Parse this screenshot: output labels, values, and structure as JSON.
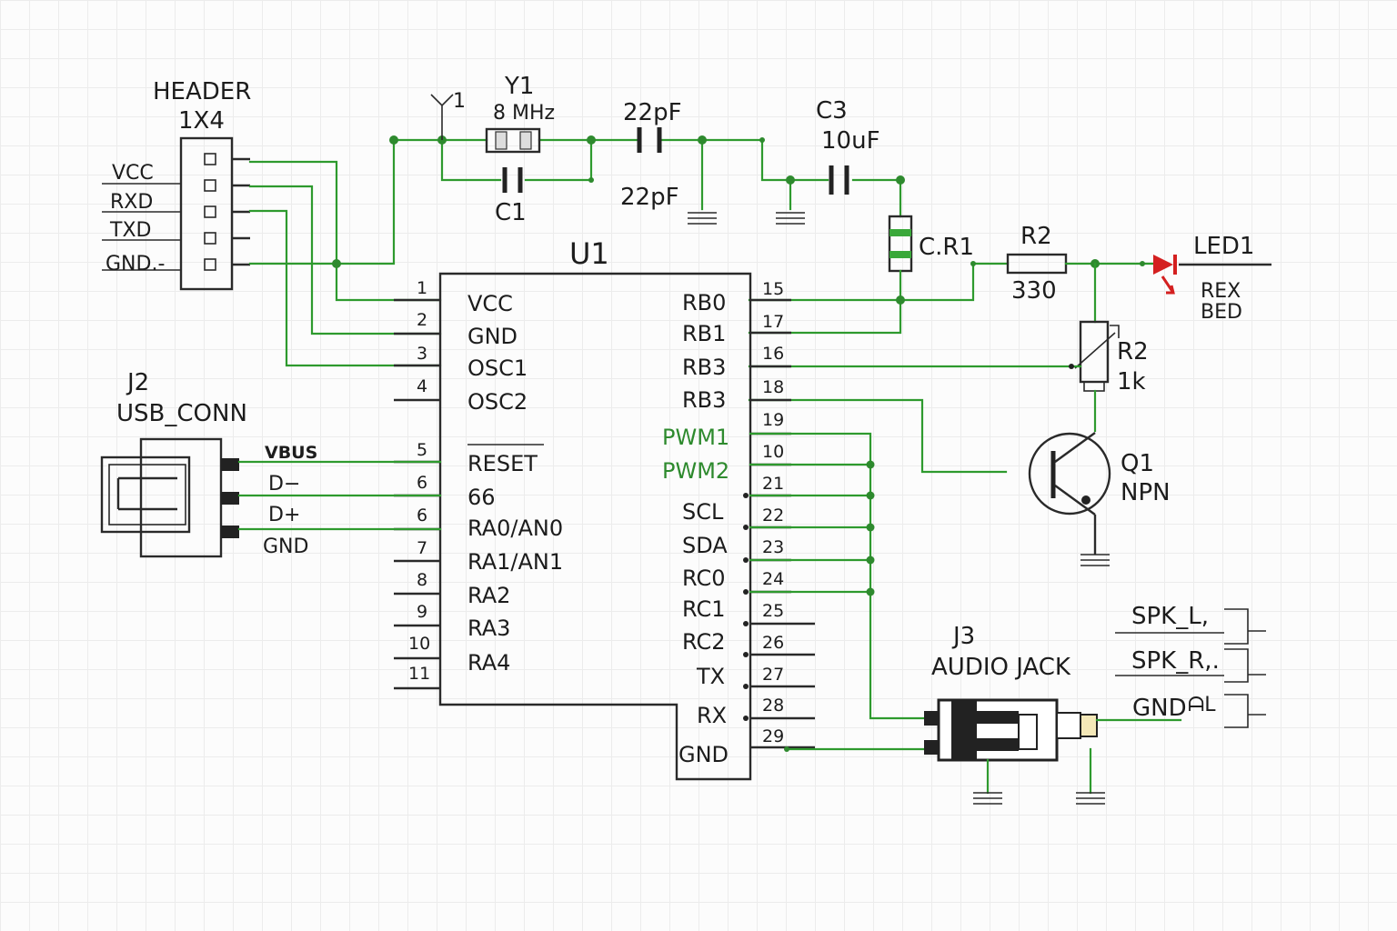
{
  "header": {
    "ref": "HEADER",
    "value": "1X4",
    "pins": [
      "VCC",
      "RXD",
      "TXD",
      "GND.-"
    ]
  },
  "crystal": {
    "ref": "Y1",
    "freq": "8 MHz",
    "marker": "1"
  },
  "c1": {
    "ref": "C1",
    "value": "22pF"
  },
  "c2": {
    "value": "22pF"
  },
  "c3": {
    "ref": "C3",
    "value": "10uF"
  },
  "cr1": {
    "ref": "C.R1"
  },
  "r2": {
    "ref": "R2",
    "value": "330"
  },
  "led": {
    "ref": "LED1",
    "line1": "REX",
    "line2": "BED",
    "color": "#d42020"
  },
  "pot": {
    "ref": "R2",
    "value": "1k"
  },
  "q1": {
    "ref": "Q1",
    "type": "NPN"
  },
  "u1": {
    "ref": "U1",
    "left_pins": [
      {
        "num": "1",
        "name": "VCC"
      },
      {
        "num": "2",
        "name": "GND"
      },
      {
        "num": "3",
        "name": "OSC1"
      },
      {
        "num": "4",
        "name": "OSC2"
      },
      {
        "num": "5",
        "name": "RESET"
      },
      {
        "num": "6",
        "name": "66"
      },
      {
        "num": "6",
        "name": "RA0/AN0"
      },
      {
        "num": "7",
        "name": "RA1/AN1"
      },
      {
        "num": "8",
        "name": "RA2"
      },
      {
        "num": "9",
        "name": "RA3"
      },
      {
        "num": "10",
        "name": "RA4"
      },
      {
        "num": "11",
        "name": ""
      }
    ],
    "right_pins": [
      {
        "num": "15",
        "name": "RB0"
      },
      {
        "num": "17",
        "name": "RB1"
      },
      {
        "num": "16",
        "name": "RB3"
      },
      {
        "num": "18",
        "name": "RB3"
      },
      {
        "num": "19",
        "name": "PWM1"
      },
      {
        "num": "10",
        "name": "PWM2"
      },
      {
        "num": "21",
        "name": "SCL"
      },
      {
        "num": "22",
        "name": "SDA"
      },
      {
        "num": "23",
        "name": "RC0"
      },
      {
        "num": "24",
        "name": "RC1"
      },
      {
        "num": "25",
        "name": "RC2"
      },
      {
        "num": "26",
        "name": "TX"
      },
      {
        "num": "27",
        "name": "RX"
      },
      {
        "num": "28",
        "name": "GND"
      },
      {
        "num": "29",
        "name": ""
      }
    ]
  },
  "j2": {
    "ref": "J2",
    "name": "USB_CONN",
    "pins": [
      "VBUS",
      "D−",
      "D+",
      "GND"
    ]
  },
  "j3": {
    "ref": "J3",
    "name": "AUDIO JACK"
  },
  "speaker": {
    "labels": [
      "SPK_L,",
      "SPK_R,.",
      "GND"
    ],
    "gnd_suffix": "ᗩL"
  }
}
